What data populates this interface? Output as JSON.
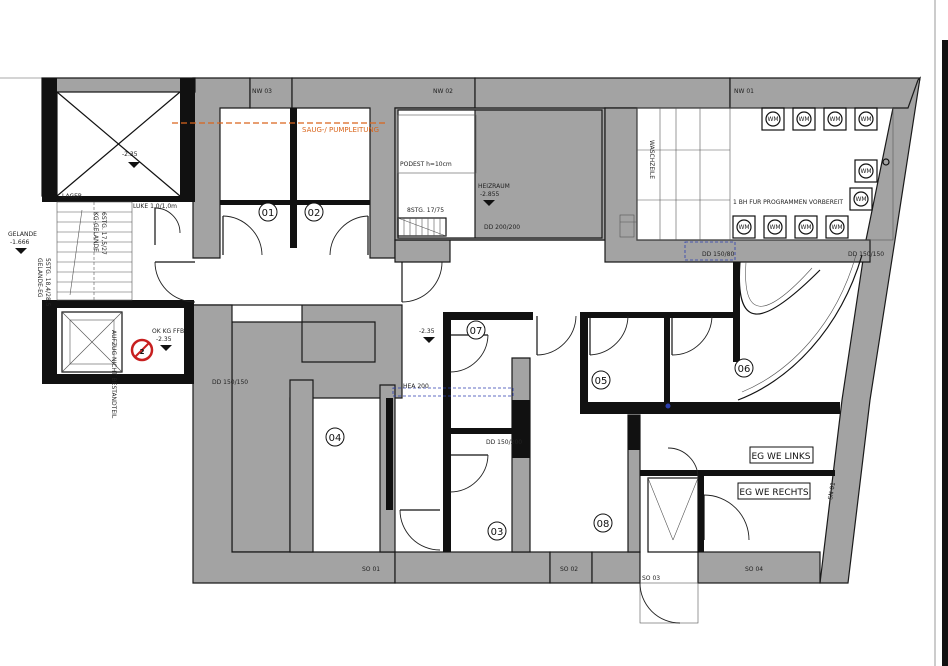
{
  "rooms": {
    "r01": "01",
    "r02": "02",
    "r03": "03",
    "r04": "04",
    "r05": "05",
    "r06": "06",
    "r07": "07",
    "r08": "08"
  },
  "units": {
    "eg_we_links": "EG WE LINKS",
    "eg_we_rechts": "EG WE RECHTS"
  },
  "labels": {
    "saug_pumpleitung": "SAUG-/ PUMPLEITUNG",
    "podest": "PODEST h=10cm",
    "heizraum": "HEIZRAUM",
    "heizraum_level": "-2.855",
    "stair_main": "8STG. 17/75",
    "level_top_left": "-2.35",
    "level_center": "-2.35",
    "ok_kg_ffb": "OK KG FFB",
    "ok_kg_level": "-2.35",
    "gelande": "GELANDE",
    "gelande_level": "-1.666",
    "kg_gelande": "KG-GELANDE",
    "kg_gelande_stg": "6STG. 17,5/27",
    "gelande_eg": "GELANDE-EG",
    "gelande_eg_stg": "5STG. 18,4/28,5",
    "luke": "LUKE 1,0/1,0m",
    "hea": "HEA 200",
    "waschzeile": "WASCHZEILE",
    "lager": "LAGER",
    "vorbereitung": "1 BH FUR PROGRAMMEN VORBEREIT",
    "aufzug": "AUFZUG NICHT BESTANDTEIL",
    "wm": "WM",
    "small_tags": {
      "nw03": "NW 03",
      "nw02": "NW 02",
      "nw01": "NW 01",
      "db1": "DD 200/200",
      "db2": "DD 150/80",
      "db3": "DD 150/150",
      "db4": "DD 150/200",
      "db5": "DD 150/150",
      "so01": "SO 01",
      "so02": "SO 02",
      "so03": "SO 03",
      "so04": "SO 04",
      "sn01": "SN 01"
    }
  }
}
